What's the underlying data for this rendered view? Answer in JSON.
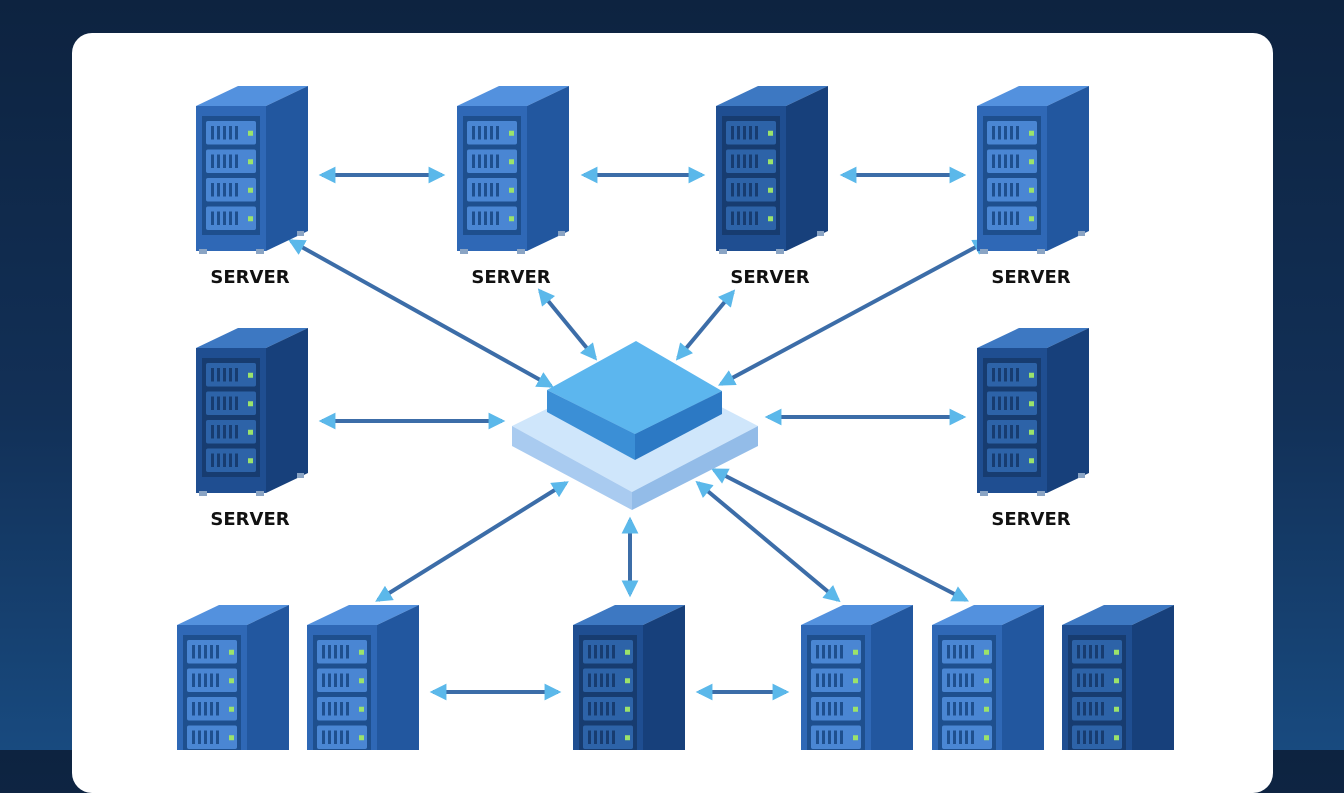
{
  "diagram": {
    "server_label": "SERVER",
    "colors": {
      "background_top": "#0d2340",
      "background_bottom": "#184a7f",
      "card": "#ffffff",
      "server_light": "#3f7fd0",
      "server_dark": "#22579f",
      "arrow": "#3c6da8",
      "arrow_head": "#5bb8ea",
      "hub_top": "#5cb6ee",
      "hub_base": "#cfe6fb",
      "status_led": "#9be36b"
    },
    "hub": {
      "icon": "network-hub-icon"
    },
    "servers": [
      {
        "id": "s1",
        "icon": "server-rack-icon",
        "shade": "light",
        "labeled": true
      },
      {
        "id": "s2",
        "icon": "server-rack-icon",
        "shade": "light",
        "labeled": true
      },
      {
        "id": "s3",
        "icon": "server-rack-icon",
        "shade": "dark",
        "labeled": true
      },
      {
        "id": "s4",
        "icon": "server-rack-icon",
        "shade": "light",
        "labeled": true
      },
      {
        "id": "s5",
        "icon": "server-rack-icon",
        "shade": "dark",
        "labeled": true
      },
      {
        "id": "s6",
        "icon": "server-rack-icon",
        "shade": "dark",
        "labeled": true
      },
      {
        "id": "s7",
        "icon": "server-rack-icon",
        "shade": "light",
        "labeled": false
      },
      {
        "id": "s8",
        "icon": "server-rack-icon",
        "shade": "light",
        "labeled": false
      },
      {
        "id": "s9",
        "icon": "server-rack-icon",
        "shade": "dark",
        "labeled": false
      },
      {
        "id": "s10",
        "icon": "server-rack-icon",
        "shade": "light",
        "labeled": false
      },
      {
        "id": "s11",
        "icon": "server-rack-icon",
        "shade": "light",
        "labeled": false
      },
      {
        "id": "s12",
        "icon": "server-rack-icon",
        "shade": "dark",
        "labeled": false
      }
    ],
    "connections": [
      {
        "from": "s1",
        "to": "s2"
      },
      {
        "from": "s2",
        "to": "s3"
      },
      {
        "from": "s3",
        "to": "s4"
      },
      {
        "from": "s1",
        "to": "hub"
      },
      {
        "from": "s2",
        "to": "hub"
      },
      {
        "from": "s3",
        "to": "hub"
      },
      {
        "from": "s4",
        "to": "hub"
      },
      {
        "from": "s5",
        "to": "hub"
      },
      {
        "from": "hub",
        "to": "s6"
      },
      {
        "from": "hub",
        "to": "s8"
      },
      {
        "from": "hub",
        "to": "s9"
      },
      {
        "from": "hub",
        "to": "s10"
      },
      {
        "from": "hub",
        "to": "s11"
      },
      {
        "from": "s8",
        "to": "s9"
      },
      {
        "from": "s9",
        "to": "s10"
      }
    ]
  }
}
